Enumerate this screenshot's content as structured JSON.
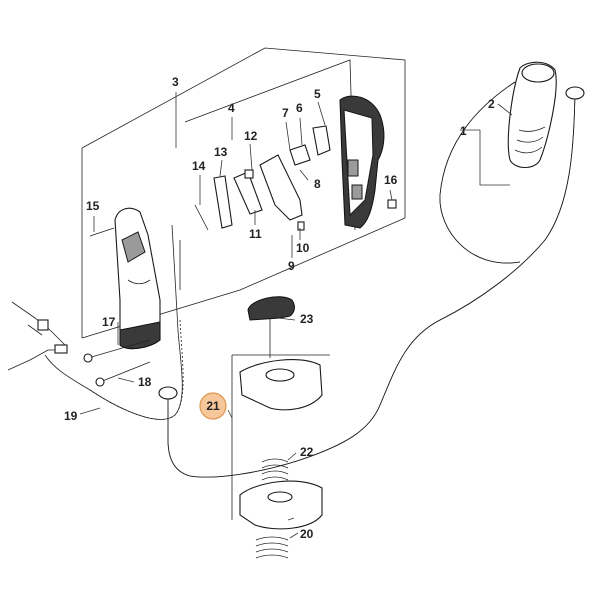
{
  "callouts": [
    {
      "id": "1",
      "text": "1"
    },
    {
      "id": "2",
      "text": "2"
    },
    {
      "id": "3",
      "text": "3"
    },
    {
      "id": "4",
      "text": "4"
    },
    {
      "id": "5",
      "text": "5"
    },
    {
      "id": "6",
      "text": "6"
    },
    {
      "id": "7",
      "text": "7"
    },
    {
      "id": "8",
      "text": "8"
    },
    {
      "id": "9",
      "text": "9"
    },
    {
      "id": "10",
      "text": "10"
    },
    {
      "id": "11",
      "text": "11"
    },
    {
      "id": "12",
      "text": "12"
    },
    {
      "id": "13",
      "text": "13"
    },
    {
      "id": "14",
      "text": "14"
    },
    {
      "id": "15",
      "text": "15"
    },
    {
      "id": "16",
      "text": "16"
    },
    {
      "id": "17",
      "text": "17"
    },
    {
      "id": "18",
      "text": "18"
    },
    {
      "id": "19",
      "text": "19"
    },
    {
      "id": "20",
      "text": "20"
    },
    {
      "id": "21",
      "text": "21"
    },
    {
      "id": "22",
      "text": "22"
    },
    {
      "id": "23",
      "text": "23"
    }
  ],
  "highlight": {
    "callout": "21",
    "color": "#f6c79a",
    "stroke": "#e0954f"
  }
}
